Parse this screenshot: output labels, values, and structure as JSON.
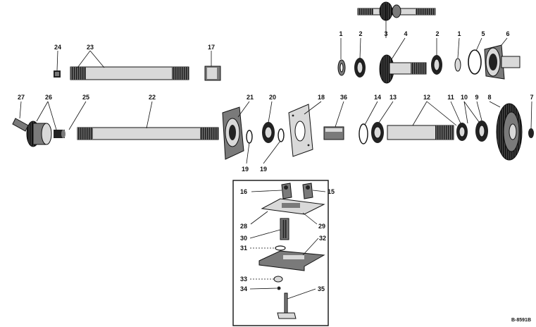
{
  "callouts": {
    "c1a": "1",
    "c2a": "2",
    "c3": "3",
    "c4": "4",
    "c2b": "2",
    "c1b": "1",
    "c5": "5",
    "c6": "6",
    "c24": "24",
    "c23": "23",
    "c17": "17",
    "c27": "27",
    "c26": "26",
    "c25": "25",
    "c22": "22",
    "c21": "21",
    "c20": "20",
    "c18": "18",
    "c36": "36",
    "c14": "14",
    "c13": "13",
    "c12": "12",
    "c11": "11",
    "c10": "10",
    "c9": "9",
    "c8": "8",
    "c7": "7",
    "c19a": "19",
    "c19b": "19",
    "c16": "16",
    "c15": "15",
    "c28": "28",
    "c29": "29",
    "c30": "30",
    "c31": "31",
    "c32": "32",
    "c33": "33",
    "c34": "34",
    "c35": "35"
  },
  "figure_code": "B-8591B"
}
